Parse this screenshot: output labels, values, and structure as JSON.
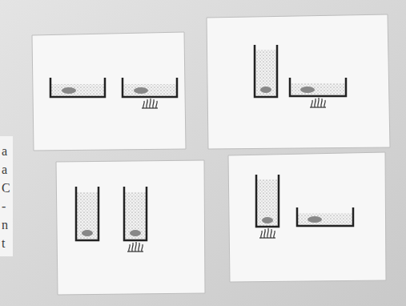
{
  "diagram": {
    "labels": [
      "a",
      "a",
      "C",
      "-",
      "n",
      "t"
    ]
  }
}
